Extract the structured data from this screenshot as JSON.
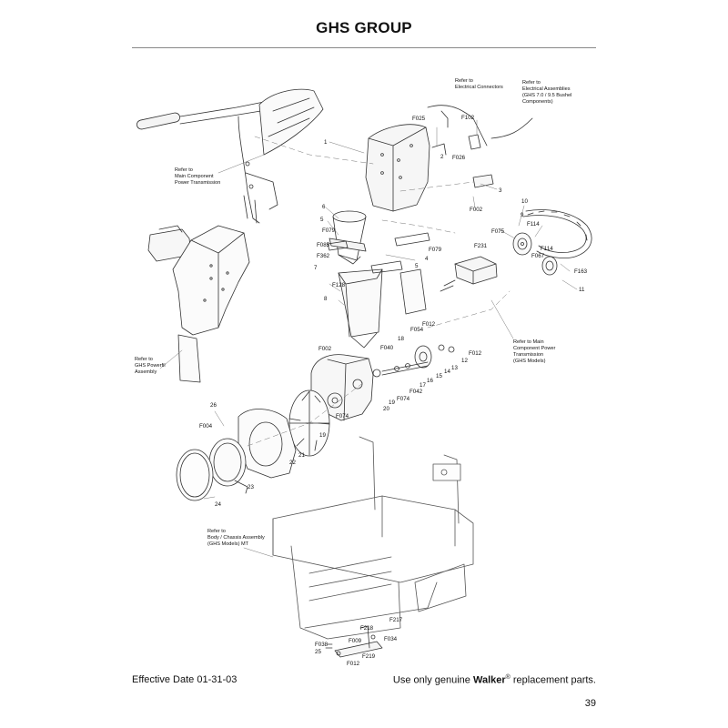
{
  "page": {
    "title": "GHS GROUP",
    "effective_date": "Effective Date 01-31-03",
    "notice_prefix": "Use only genuine",
    "brand": "Walker",
    "brand_mark": "®",
    "notice_suffix": "replacement parts.",
    "page_number": "39"
  },
  "refs": [
    {
      "id": "r1",
      "lines": [
        "Refer to",
        "Electrical Connectors"
      ]
    },
    {
      "id": "r2",
      "lines": [
        "Refer to",
        "Electrical Assemblies",
        "(GHS 7.0 / 9.5 Bushel",
        "Components)"
      ]
    },
    {
      "id": "r3",
      "lines": [
        "Refer to",
        "Main Component",
        "Power Transmission"
      ]
    },
    {
      "id": "r4",
      "lines": [
        "Refer to Main",
        "Component Power",
        "Transmission",
        "(GHS Models)"
      ]
    },
    {
      "id": "r5",
      "lines": [
        "Refer to",
        "GHS Powerfil",
        "Assembly"
      ]
    },
    {
      "id": "r6",
      "lines": [
        "Refer to",
        "Body / Chassis Assembly",
        "(GHS Models) MT"
      ]
    }
  ],
  "part_labels": [
    "F025",
    "F102",
    "1",
    "2",
    "F026",
    "3",
    "F002",
    "10",
    "6",
    "5",
    "F079",
    "9",
    "F075",
    "F114",
    "F231",
    "F085",
    "F362",
    "4",
    "F079",
    "7",
    "5",
    "F114",
    "F067",
    "F163",
    "11",
    "F128",
    "8",
    "F012",
    "F054",
    "18",
    "F040",
    "F002",
    "F012",
    "12",
    "13",
    "14",
    "15",
    "16",
    "17",
    "F042",
    "F074",
    "19",
    "20",
    "26",
    "F004",
    "F074",
    "19",
    "21",
    "22",
    "23",
    "24",
    "F217",
    "F218",
    "F038",
    "F009",
    "F034",
    "25",
    "F219",
    "F012"
  ]
}
